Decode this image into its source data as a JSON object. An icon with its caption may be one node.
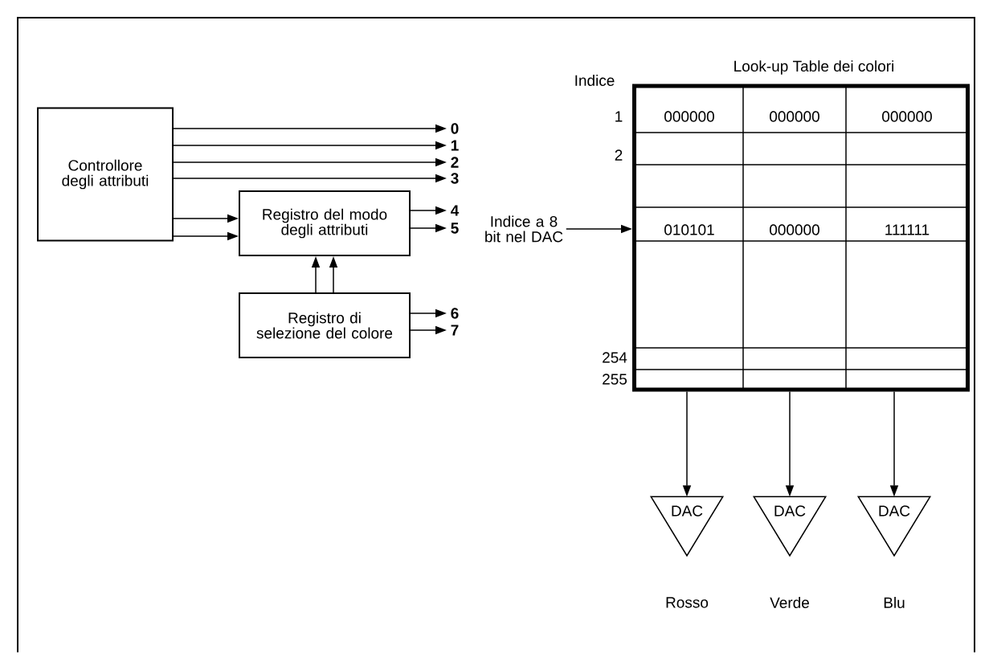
{
  "diagram": {
    "nodes": [
      {
        "text": [
          "Controllore degli attributi"
        ]
      },
      {
        "text": [
          "Registro del modo degli attributi"
        ]
      },
      {
        "text": [
          "Registro di selezione del colore"
        ]
      },
      {
        "text": [
          "0"
        ]
      },
      {
        "text": [
          "1"
        ]
      },
      {
        "text": [
          "2"
        ]
      },
      {
        "text": [
          "3"
        ]
      },
      {
        "text": [
          "4"
        ]
      },
      {
        "text": [
          "5"
        ]
      },
      {
        "text": [
          "6"
        ]
      },
      {
        "text": [
          "7"
        ]
      },
      {
        "text": [
          "Look-up Table dei colori"
        ]
      },
      {
        "text": [
          "Indice a 8 bit nel DAC"
        ]
      },
      {
        "text": [
          "DAC"
        ],
        "beside": [
          "Rosso"
        ]
      },
      {
        "text": [
          "DAC"
        ],
        "beside": [
          "Verde"
        ]
      },
      {
        "text": [
          "DAC"
        ],
        "beside": [
          "Blu"
        ]
      }
    ],
    "edges": [
      {
        "from": 0,
        "to": 3,
        "arrow": "to"
      },
      {
        "from": 0,
        "to": 4,
        "arrow": "to"
      },
      {
        "from": 0,
        "to": 5,
        "arrow": "to"
      },
      {
        "from": 0,
        "to": 6,
        "arrow": "to"
      },
      {
        "from": 0,
        "to": 1,
        "arrow": "to"
      },
      {
        "from": 0,
        "to": 1,
        "arrow": "to"
      },
      {
        "from": 1,
        "to": 7,
        "arrow": "to"
      },
      {
        "from": 1,
        "to": 8,
        "arrow": "to"
      },
      {
        "from": 2,
        "to": 1,
        "arrow": "to"
      },
      {
        "from": 2,
        "to": 1,
        "arrow": "to"
      },
      {
        "from": 2,
        "to": 9,
        "arrow": "to"
      },
      {
        "from": 2,
        "to": 10,
        "arrow": "to"
      },
      {
        "from": 12,
        "to": 11,
        "arrow": "to"
      },
      {
        "from": 11,
        "to": 13,
        "arrow": "to"
      },
      {
        "from": 11,
        "to": 14,
        "arrow": "to"
      },
      {
        "from": 11,
        "to": 15,
        "arrow": "to"
      }
    ],
    "labels": [
      "Indice",
      "1",
      "000000",
      "000000",
      "000000",
      "2",
      "010101",
      "000000",
      "111111",
      "254",
      "255"
    ]
  }
}
